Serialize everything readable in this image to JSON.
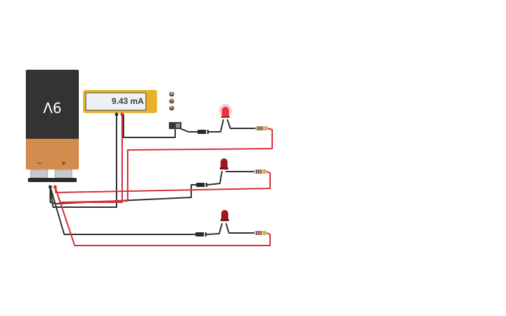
{
  "battery": {
    "label": "9V",
    "negative_label": "−",
    "positive_label": "+"
  },
  "multimeter": {
    "reading": "9.43 mA",
    "mode_buttons": [
      "A",
      "V",
      "R"
    ]
  },
  "colors": {
    "wire_red": "#d6303a",
    "wire_black": "#2f2f2f",
    "battery_top": "#333333",
    "battery_body": "#d48c4e",
    "meter_frame": "#e7b22a",
    "meter_screen": "#eef1f2",
    "led_on": "#e8343a",
    "led_off": "#9b1b22"
  },
  "components": {
    "slide_switch": "slide-switch",
    "diodes": [
      "diode-top",
      "diode-middle",
      "diode-bottom"
    ],
    "leds": [
      "led-top",
      "led-middle",
      "led-bottom"
    ],
    "resistors": [
      "resistor-top",
      "resistor-middle",
      "resistor-bottom"
    ]
  }
}
